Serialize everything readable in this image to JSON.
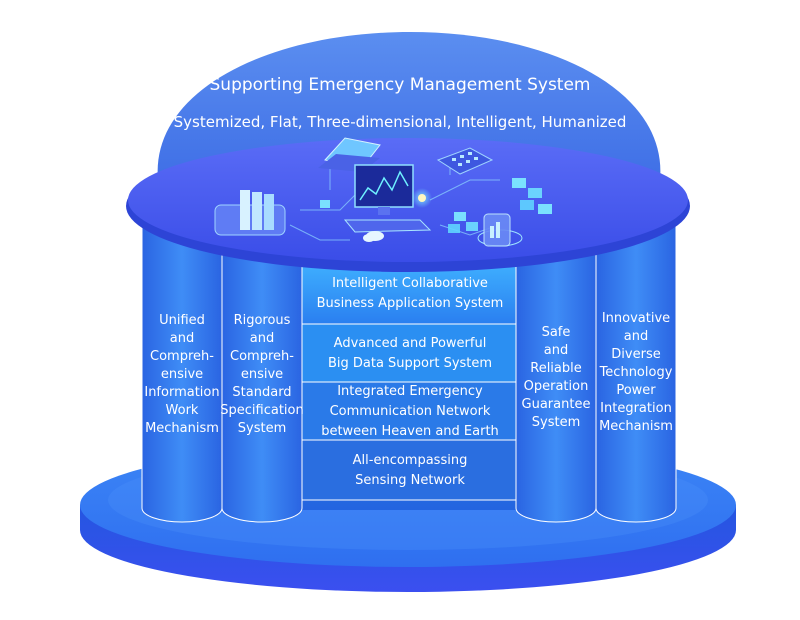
{
  "header": {
    "title": "Supporting Emergency Management System",
    "subtitle": "Systemized, Flat, Three-dimensional, Intelligent, Humanized"
  },
  "columns": [
    {
      "lines": [
        "Unified",
        "and",
        "Compreh-",
        "ensive",
        "Information",
        "Work",
        "Mechanism"
      ]
    },
    {
      "lines": [
        "Rigorous",
        "and",
        "Compreh-",
        "ensive",
        "Standard",
        "Specification",
        "System"
      ]
    },
    {
      "lines": [
        "Safe",
        "and",
        "Reliable",
        "Operation",
        "Guarantee",
        "System"
      ]
    },
    {
      "lines": [
        "Innovative",
        "and",
        "Diverse",
        "Technology",
        "Power",
        "Integration",
        "Mechanism"
      ]
    }
  ],
  "layers": [
    {
      "lines": [
        "Intelligent Collaborative",
        "Business Application System"
      ]
    },
    {
      "lines": [
        "Advanced and Powerful",
        "Big Data Support System"
      ]
    },
    {
      "lines": [
        "Integrated Emergency",
        "Communication Network",
        "between Heaven and Earth"
      ]
    },
    {
      "lines": [
        "All-encompassing",
        "Sensing Network"
      ]
    }
  ],
  "colors": {
    "dome": "#4a7dea",
    "disc": "#4a5cf0",
    "pillar": "#3c8af0",
    "base": "#3b82f6",
    "layer": "#2fa6f2"
  }
}
